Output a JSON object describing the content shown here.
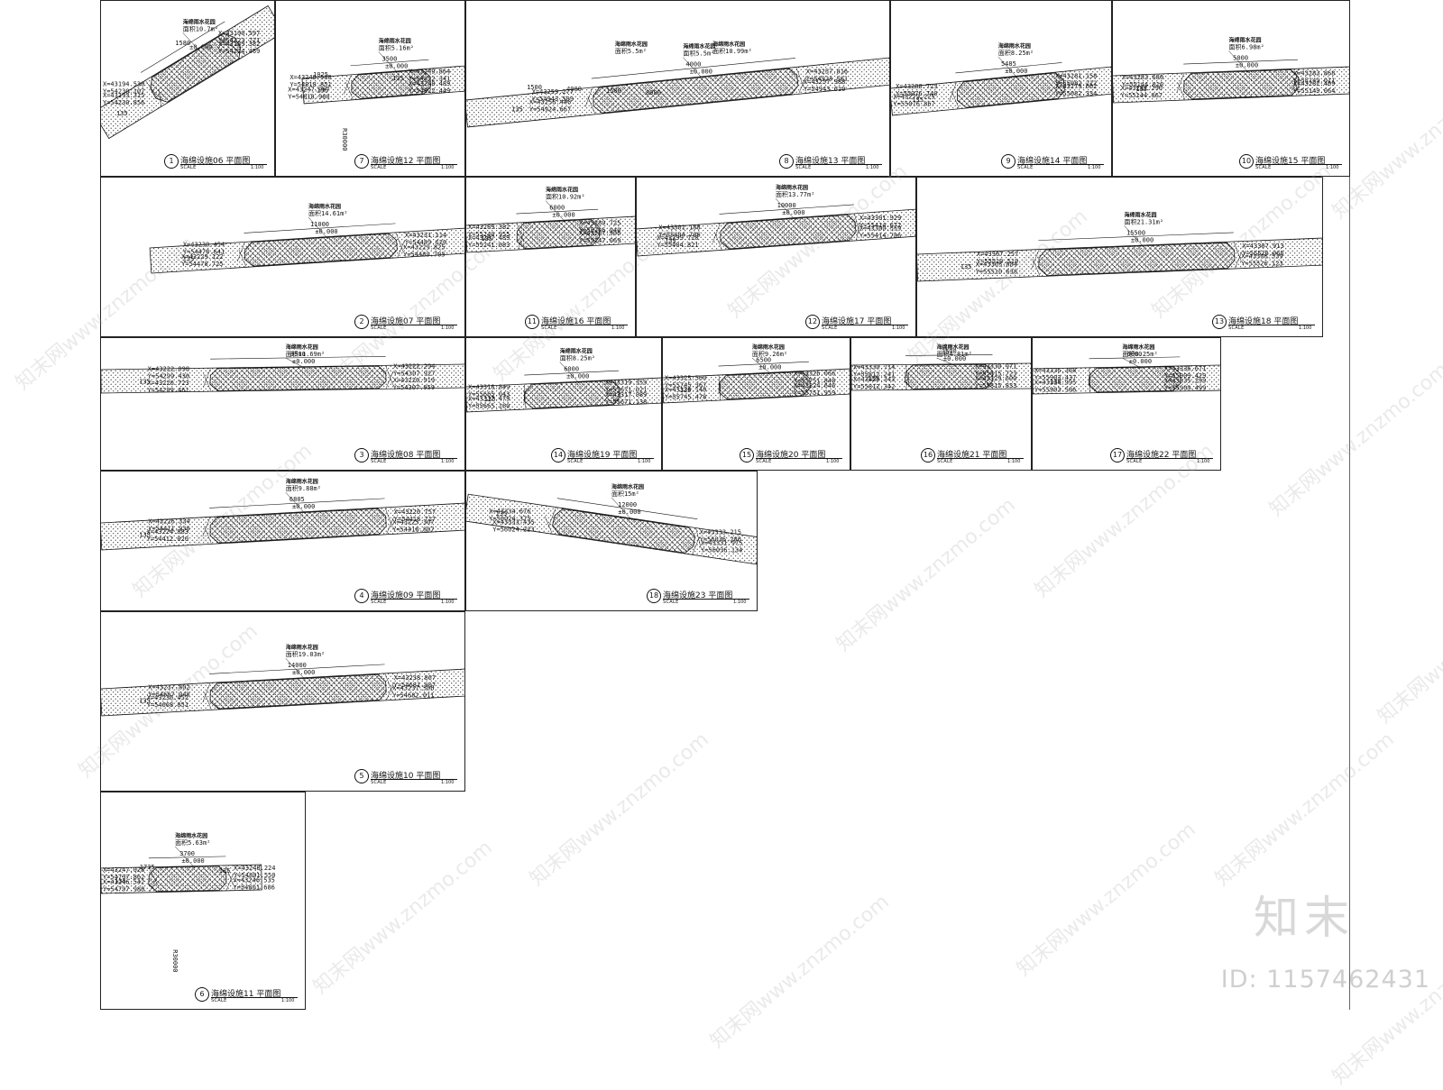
{
  "panels": [
    {
      "id": "p1",
      "num": "1",
      "title": "海绵设施06 平面图",
      "scale_label": "SCALE",
      "scale_value": "1:100",
      "coords": [
        "X=43194.530",
        "Y=54230.107",
        "X=43190.597",
        "Y=54223.721",
        "X=43193.315",
        "Y=54230.856",
        "X=43189.382",
        "Y=54224.469"
      ],
      "notes": [
        "海绵雨水花园",
        "面积10.7m²"
      ],
      "dims": [
        "1580",
        "135"
      ],
      "elev": "±0.000"
    },
    {
      "id": "p7",
      "num": "7",
      "title": "海绵设施12 平面图",
      "scale_label": "SCALE",
      "scale_value": "1:100",
      "coords": [
        "X=43249.588",
        "Y=54818.851",
        "X=43249.864",
        "Y=54822.341",
        "X=43247.967",
        "Y=54818.980",
        "X=43248.489",
        "Y=54822.449"
      ],
      "notes": [
        "海绵雨水花园",
        "面积5.16m²"
      ],
      "dims": [
        "3500",
        "1025",
        "R30000",
        "135",
        "135"
      ],
      "elev": "±0.000"
    },
    {
      "id": "p8",
      "num": "8",
      "title": "海绵设施13 平面图",
      "scale_label": "SCALE",
      "scale_value": "1:100",
      "coords": [
        "X=43259.277",
        "Y=54943.509",
        "X=43257.816",
        "Y=54924.561",
        "X=43256.446",
        "Y=54924.667",
        "X=43257.988",
        "Y=54943.610"
      ],
      "notes": [
        "海绵雨水花园",
        "面积5.5m²",
        "海绵雨水花园",
        "面积5.5m²",
        "海绵雨水花园",
        "面积10.99m²"
      ],
      "dims": [
        "4000",
        "1500",
        "4000",
        "1500",
        "8000",
        "135"
      ],
      "elev": "±0.000"
    },
    {
      "id": "p9",
      "num": "9",
      "title": "海绵设施14 平面图",
      "scale_label": "SCALE",
      "scale_value": "1:100",
      "coords": [
        "X=43280.723",
        "Y=55076.740",
        "X=43281.158",
        "Y=55082.222",
        "X=43279.225",
        "Y=55076.867",
        "X=43279.662",
        "Y=55082.334"
      ],
      "notes": [
        "海绵雨水花园",
        "面积8.25m²"
      ],
      "dims": [
        "5485",
        "135"
      ],
      "elev": "±0.000"
    },
    {
      "id": "p10",
      "num": "10",
      "title": "海绵设施15 平面图",
      "scale_label": "SCALE",
      "scale_value": "1:100",
      "coords": [
        "X=43283.680",
        "Y=55144.016",
        "X=43283.868",
        "Y=55149.011",
        "X=43282.290",
        "Y=55144.067",
        "X=43282.469",
        "Y=55149.064"
      ],
      "notes": [
        "海绵雨水花园",
        "面积6.98m²"
      ],
      "dims": [
        "5000",
        "135"
      ],
      "elev": "±0.000"
    },
    {
      "id": "p2",
      "num": "2",
      "title": "海绵设施07 平面图",
      "scale_label": "SCALE",
      "scale_value": "1:100",
      "coords": [
        "X=43230.454",
        "Y=54478.641",
        "X=43231.114",
        "Y=54489.620",
        "X=43229.122",
        "Y=54478.725",
        "X=43229.825",
        "Y=54489.703"
      ],
      "notes": [
        "海绵雨水花园",
        "面积14.61m²"
      ],
      "dims": [
        "11000",
        "135"
      ],
      "elev": "±0.000"
    },
    {
      "id": "p11",
      "num": "11",
      "title": "海绵设施16 平面图",
      "scale_label": "SCALE",
      "scale_value": "1:100",
      "coords": [
        "X=43289.382",
        "Y=55240.955",
        "X=43289.725",
        "Y=55246.940",
        "X=43287.489",
        "Y=55241.083",
        "X=43287.906",
        "Y=55247.069"
      ],
      "notes": [
        "海绵雨水花园",
        "面积10.92m²"
      ],
      "dims": [
        "6000",
        "135"
      ],
      "elev": "±0.000"
    },
    {
      "id": "p12",
      "num": "12",
      "title": "海绵设施17 平面图",
      "scale_label": "SCALE",
      "scale_value": "1:100",
      "coords": [
        "X=43301.188",
        "Y=55404.706",
        "X=43301.929",
        "Y=55414.672",
        "X=43299.728",
        "Y=55404.821",
        "X=43300.559",
        "Y=55414.786"
      ],
      "notes": [
        "海绵雨水花园",
        "面积13.77m²"
      ],
      "dims": [
        "10000",
        "135"
      ],
      "elev": "±0.000"
    },
    {
      "id": "p13",
      "num": "13",
      "title": "海绵设施18 平面图",
      "scale_label": "SCALE",
      "scale_value": "1:100",
      "coords": [
        "X=43307.257",
        "Y=55510.519",
        "X=43307.913",
        "Y=55526.065",
        "X=43305.884",
        "Y=55510.638",
        "X=43306.539",
        "Y=55526.123"
      ],
      "notes": [
        "海绵雨水花园",
        "面积21.31m²"
      ],
      "dims": [
        "15500",
        "135"
      ],
      "elev": "±0.000"
    },
    {
      "id": "p3",
      "num": "3",
      "title": "海绵设施08 平面图",
      "scale_label": "SCALE",
      "scale_value": "1:100",
      "coords": [
        "X=43222.098",
        "Y=54299.430",
        "X=43222.294",
        "Y=54307.927",
        "X=43220.723",
        "Y=54299.461",
        "X=43220.919",
        "Y=54307.959"
      ],
      "notes": [
        "海绵雨水花园",
        "面积11.69m²"
      ],
      "dims": [
        "8500",
        "135"
      ],
      "elev": "±0.000"
    },
    {
      "id": "p14",
      "num": "14",
      "title": "海绵设施19 平面图",
      "scale_label": "SCALE",
      "scale_value": "1:100",
      "coords": [
        "X=43318.849",
        "Y=55665.043",
        "X=43319.359",
        "Y=55671.021",
        "X=43317.479",
        "Y=55665.160",
        "X=43317.989",
        "Y=55671.138"
      ],
      "notes": [
        "海绵雨水花园",
        "面积8.25m²"
      ],
      "dims": [
        "6000",
        "135"
      ],
      "elev": "±0.000"
    },
    {
      "id": "p15",
      "num": "15",
      "title": "海绵设施20 平面图",
      "scale_label": "SCALE",
      "scale_value": "1:100",
      "coords": [
        "X=43325.560",
        "Y=55745.367",
        "X=43326.066",
        "Y=55751.848",
        "X=43324.140",
        "Y=55745.478",
        "X=43324.646",
        "Y=55751.959"
      ],
      "notes": [
        "海绵雨水花园",
        "面积9.26m²"
      ],
      "dims": [
        "6500",
        "135"
      ],
      "elev": "±0.000"
    },
    {
      "id": "p16",
      "num": "16",
      "title": "海绵设施21 平面图",
      "scale_label": "SCALE",
      "scale_value": "1:100",
      "coords": [
        "X=43330.714",
        "Y=55812.241",
        "X=43330.971",
        "Y=55815.723",
        "X=43329.343",
        "Y=55812.342",
        "X=43329.600",
        "Y=55815.833"
      ],
      "notes": [
        "海绵雨水花园",
        "面积4.81m²"
      ],
      "dims": [
        "3500",
        "135"
      ],
      "elev": "±0.000"
    },
    {
      "id": "p17",
      "num": "17",
      "title": "海绵设施22 平面图",
      "scale_label": "SCALE",
      "scale_value": "1:100",
      "coords": [
        "X=43336.368",
        "Y=55903.437",
        "X=43336.671",
        "Y=55909.429",
        "X=43334.995",
        "Y=55903.506",
        "X=43335.299",
        "Y=55909.499"
      ],
      "notes": [
        "海绵雨水花园",
        "面积8.25m²"
      ],
      "dims": [
        "6000",
        "135"
      ],
      "elev": "±0.000"
    },
    {
      "id": "p4",
      "num": "4",
      "title": "海绵设施09 平面图",
      "scale_label": "SCALE",
      "scale_value": "1:100",
      "coords": [
        "X=43226.334",
        "Y=54411.930",
        "X=43226.757",
        "Y=54418.717",
        "X=43224.883",
        "Y=54412.020",
        "X=43225.307",
        "Y=54418.807"
      ],
      "notes": [
        "海绵雨水花园",
        "面积9.88m²"
      ],
      "dims": [
        "6805",
        "135"
      ],
      "elev": "±0.000"
    },
    {
      "id": "p18",
      "num": "18",
      "title": "海绵设施23 平面图",
      "scale_label": "SCALE",
      "scale_value": "1:100",
      "coords": [
        "X=43334.676",
        "Y=56024.375",
        "X=43333.215",
        "Y=56036.286",
        "X=43333.435",
        "Y=56024.223",
        "X=43331.975",
        "Y=56036.134"
      ],
      "notes": [
        "海绵雨水花园",
        "面积15m²"
      ],
      "dims": [
        "12000",
        "135"
      ],
      "elev": "±0.000"
    },
    {
      "id": "p5",
      "num": "5",
      "title": "海绵设施10 平面图",
      "scale_label": "SCALE",
      "scale_value": "1:100",
      "coords": [
        "X=43237.802",
        "Y=54667.948",
        "X=43238.867",
        "Y=54681.907",
        "X=43236.452",
        "Y=54668.051",
        "X=43237.506",
        "Y=54682.011"
      ],
      "notes": [
        "海绵雨水花园",
        "面积19.03m²"
      ],
      "dims": [
        "14000",
        "135"
      ],
      "elev": "±0.000"
    },
    {
      "id": "p6",
      "num": "6",
      "title": "海绵设施11 平面图",
      "scale_label": "SCALE",
      "scale_value": "1:100",
      "coords": [
        "X=43247.928",
        "Y=54797.862",
        "X=43248.224",
        "Y=54801.550",
        "X=43246.542",
        "Y=54797.980",
        "X=43246.535",
        "Y=54801.686"
      ],
      "notes": [
        "海绵雨水花园",
        "面积5.63m²"
      ],
      "dims": [
        "3700",
        "1735",
        "R30000",
        "135",
        "135"
      ],
      "elev": "±0.000"
    }
  ],
  "branding": {
    "logo": "知末",
    "id": "ID: 1157462431",
    "watermark": "知末网www.znzmo.com"
  }
}
